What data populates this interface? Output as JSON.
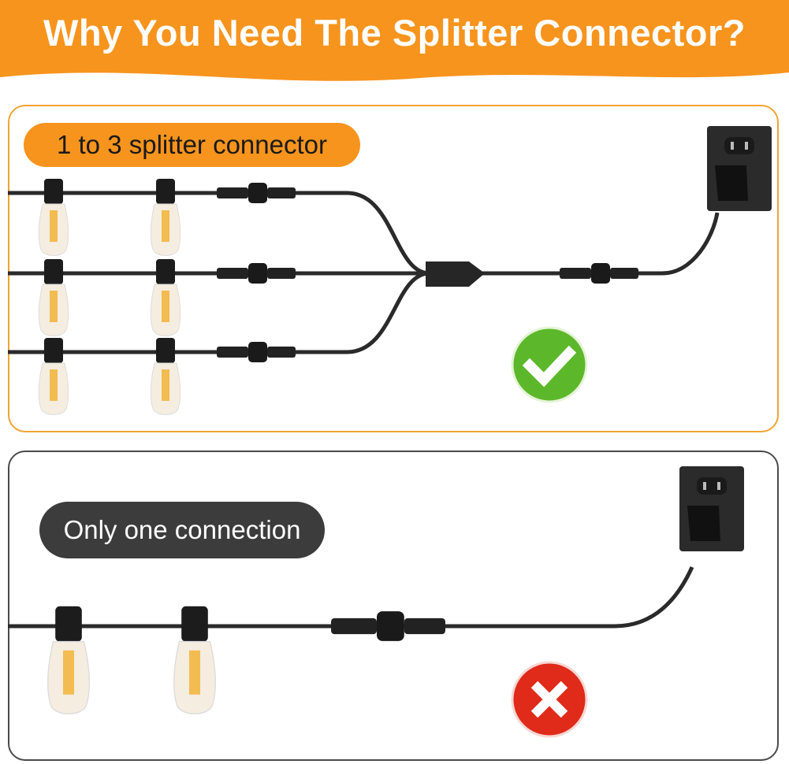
{
  "header": {
    "title": "Why You Need The Splitter Connector?"
  },
  "top_panel": {
    "label": "1 to 3 splitter connector",
    "status_icon": "check-icon"
  },
  "bottom_panel": {
    "label": "Only one connection",
    "status_icon": "x-icon"
  },
  "colors": {
    "orange": "#f7941d",
    "dark": "#3c3c3c",
    "green": "#5cb82a",
    "red": "#e02a1a"
  }
}
